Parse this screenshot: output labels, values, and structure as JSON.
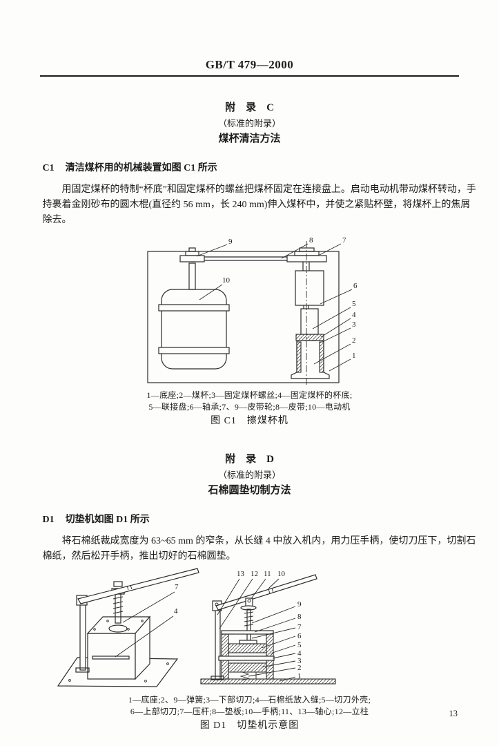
{
  "page": {
    "header": "GB/T 479—2000",
    "page_number": "13",
    "ink_color": "#1c1c1c"
  },
  "appendix_c": {
    "title": "附　录　C",
    "subtitle": "（标准的附录）",
    "name": "煤杯清洁方法",
    "section_number": "C1",
    "section_title": "清洁煤杯用的机械装置如图 C1 所示",
    "paragraph_lines": [
      "用固定煤杯的特制“杯底”和固定煤杯的螺丝把煤杯固定在连接盘上。启动电动机带动煤杯转动，手",
      "持裹着金刚砂布的圆木棍(直径约 56 mm，长 240 mm)伸入煤杯中，并使之紧贴杯壁，将煤杯上的焦屑",
      "除去。"
    ],
    "figure": {
      "labels": [
        "9",
        "8",
        "7",
        "10",
        "6",
        "5",
        "4",
        "3",
        "2",
        "1"
      ],
      "legend_line1": "1—底座;2—煤杯;3—固定煤杯螺丝;4—固定煤杯的杯底;",
      "legend_line2": "5—联接盘;6—轴承;7、9—皮带轮;8—皮带;10—电动机",
      "caption": "图 C1　擦煤杯机"
    }
  },
  "appendix_d": {
    "title": "附　录　D",
    "subtitle": "（标准的附录）",
    "name": "石棉圆垫切制方法",
    "section_number": "D1",
    "section_title": "切垫机如图 D1 所示",
    "paragraph_lines": [
      "将石棉纸裁成宽度为 63~65 mm 的窄条，从长缝 4 中放入机内，用力压手柄，使切刀压下，切割石",
      "棉纸，然后松开手柄，推出切好的石棉圆垫。"
    ],
    "figure": {
      "labels_left_view": [
        "7",
        "4"
      ],
      "labels_top": [
        "13",
        "12",
        "11",
        "10"
      ],
      "labels_right": [
        "9",
        "8",
        "7",
        "6",
        "5",
        "4",
        "3",
        "2",
        "1"
      ],
      "legend_line1": "1—底座;2、9—弹簧;3—下部切刀;4—石棉纸放入缝;5—切刀外壳;",
      "legend_line2": "6—上部切刀;7—压杆;8—垫板;10—手柄;11、13—轴心;12—立柱",
      "caption": "图 D1　切垫机示意图"
    }
  }
}
